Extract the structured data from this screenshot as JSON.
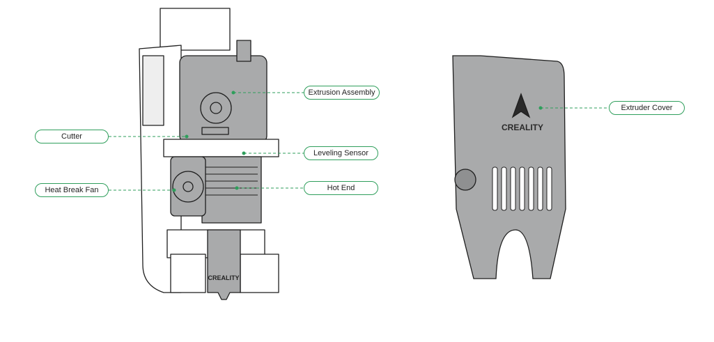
{
  "labels": {
    "extrusion_assembly": "Extrusion Assembly",
    "extruder_cover": "Extruder Cover",
    "cutter": "Cutter",
    "leveling_sensor": "Leveling Sensor",
    "heat_break_fan": "Heat Break Fan",
    "hot_end": "Hot End"
  },
  "logo_text": "CREALITY",
  "colors": {
    "accent": "#2e9e5b",
    "part_fill": "#a9aaab",
    "outline": "#1e1e1e"
  }
}
